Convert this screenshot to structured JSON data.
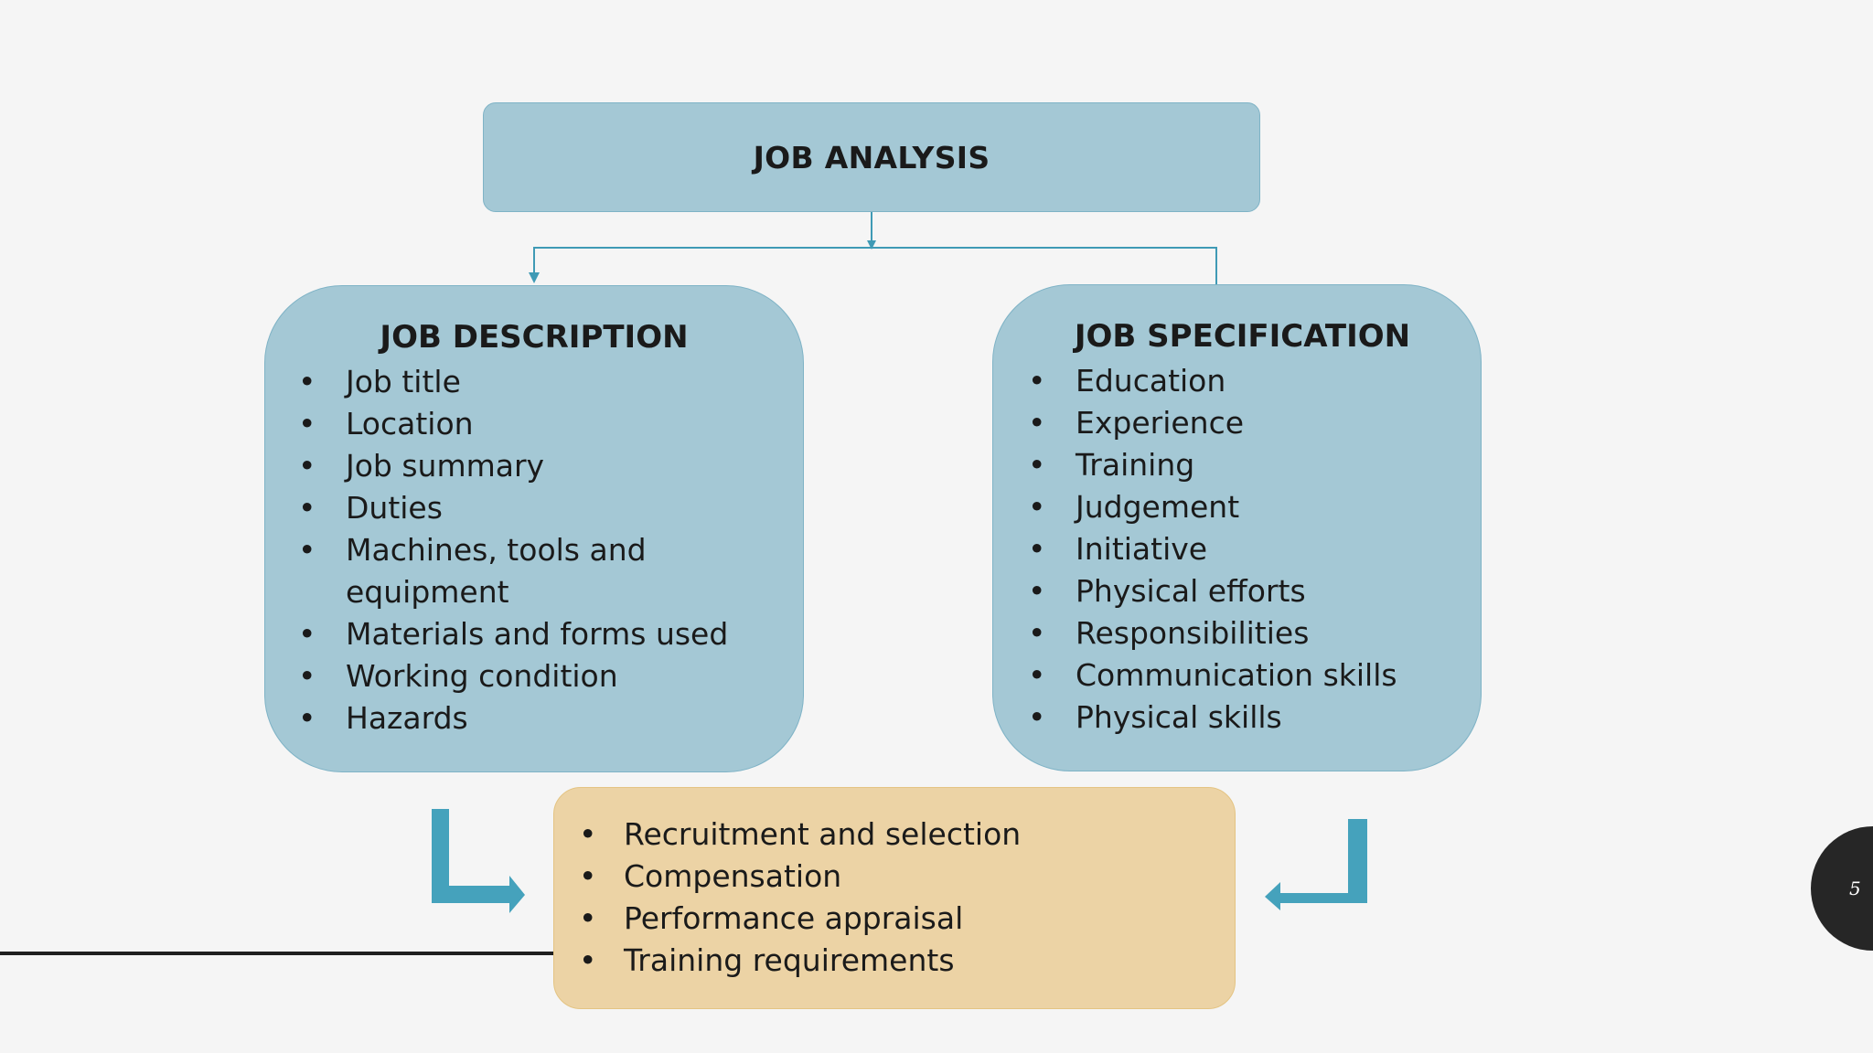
{
  "top_box": {
    "title": "JOB ANALYSIS"
  },
  "left_box": {
    "title": "JOB DESCRIPTION",
    "items": [
      "Job title",
      "Location",
      "Job summary",
      "Duties",
      "Machines, tools and equipment",
      "Materials and forms used",
      "Working condition",
      "Hazards"
    ]
  },
  "right_box": {
    "title": "JOB SPECIFICATION",
    "items": [
      "Education",
      "Experience",
      "Training",
      "Judgement",
      "Initiative",
      "Physical efforts",
      "Responsibilities",
      "Communication skills",
      "Physical skills"
    ]
  },
  "bottom_box": {
    "items": [
      "Recruitment and selection",
      "Compensation",
      "Performance appraisal",
      "Training requirements"
    ]
  },
  "page_number": "5",
  "colors": {
    "blue_box": "#a4c8d5",
    "tan_box": "#ecd3a5",
    "connector": "#3f9ab5",
    "arrow": "#45a2bc"
  }
}
